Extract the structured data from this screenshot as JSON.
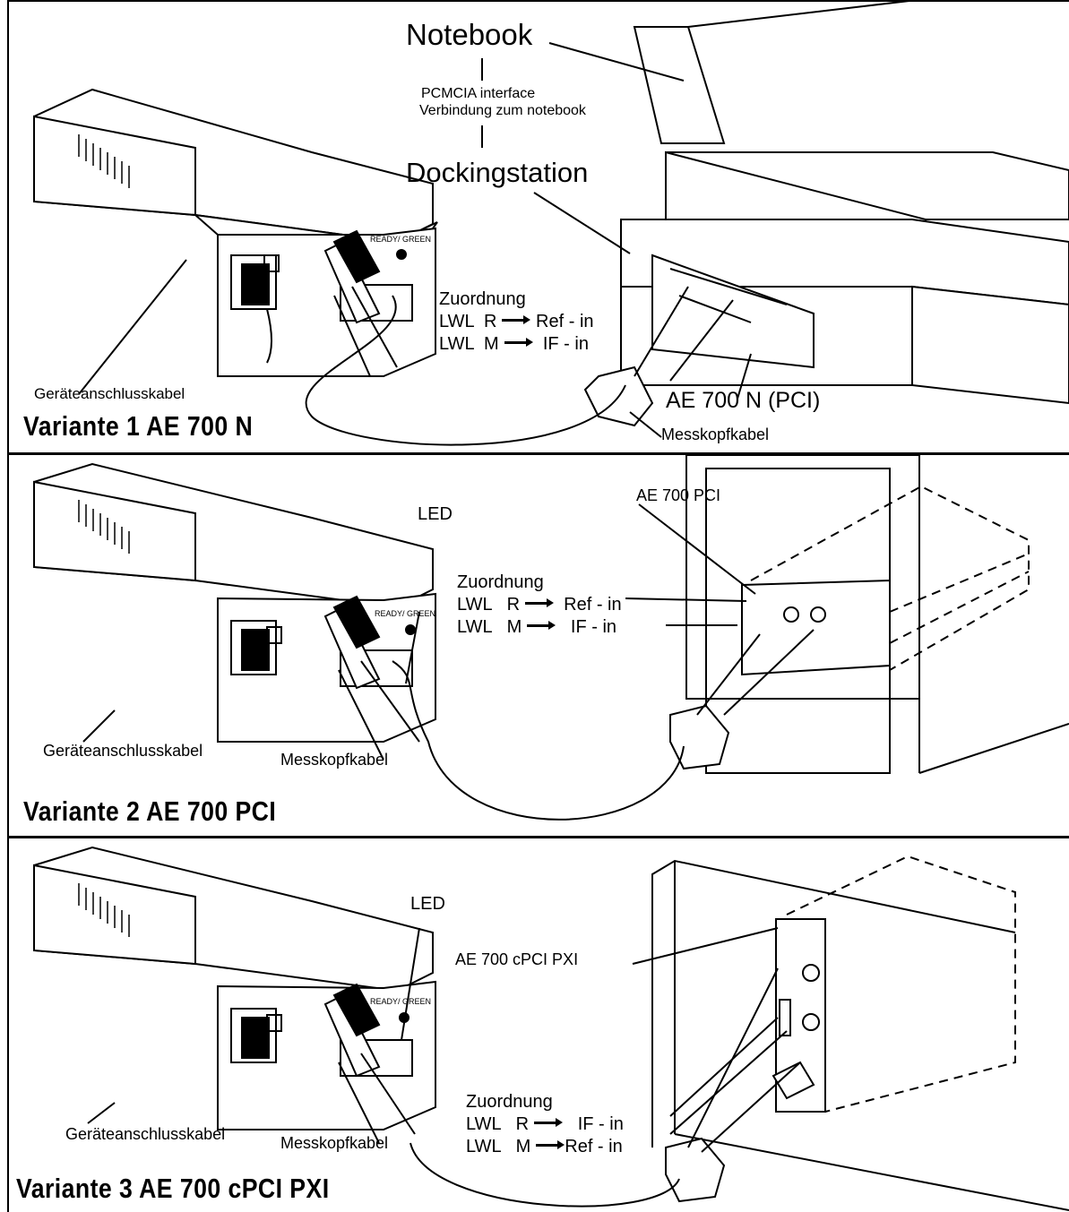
{
  "variant1": {
    "title": "Variante 1  AE 700 N",
    "notebook": "Notebook",
    "pcmcia_line1": "PCMCIA interface",
    "pcmcia_line2": "Verbindung zum notebook",
    "docking": "Dockingstation",
    "card_label": "AE 700 N (PCI)",
    "power_cable": "Geräteanschlusskabel",
    "probe_cable": "Messkopfkabel",
    "ready_label": "READY/ GREEN",
    "assign": {
      "heading": "Zuordnung",
      "r_lwl": "LWL",
      "r_key": "R",
      "r_target": "Ref - in",
      "m_lwl": "LWL",
      "m_key": "M",
      "m_target": "IF - in"
    }
  },
  "variant2": {
    "title": "Variante 2  AE 700 PCI",
    "card_label": "AE 700 PCI",
    "led": "LED",
    "power_cable": "Geräteanschlusskabel",
    "probe_cable": "Messkopfkabel",
    "ready_label": "READY/ GREEN",
    "assign": {
      "heading": "Zuordnung",
      "r_lwl": "LWL",
      "r_key": "R",
      "r_target": "Ref - in",
      "m_lwl": "LWL",
      "m_key": "M",
      "m_target": "IF - in"
    }
  },
  "variant3": {
    "title": "Variante 3  AE 700 cPCI  PXI",
    "card_label": "AE 700 cPCI PXI",
    "led": "LED",
    "power_cable": "Geräteanschlusskabel",
    "probe_cable": "Messkopfkabel",
    "ready_label": "READY/ GREEN",
    "assign": {
      "heading": "Zuordnung",
      "r_lwl": "LWL",
      "r_key": "R",
      "r_target": "IF - in",
      "m_lwl": "LWL",
      "m_key": "M",
      "m_target": "Ref - in"
    }
  }
}
